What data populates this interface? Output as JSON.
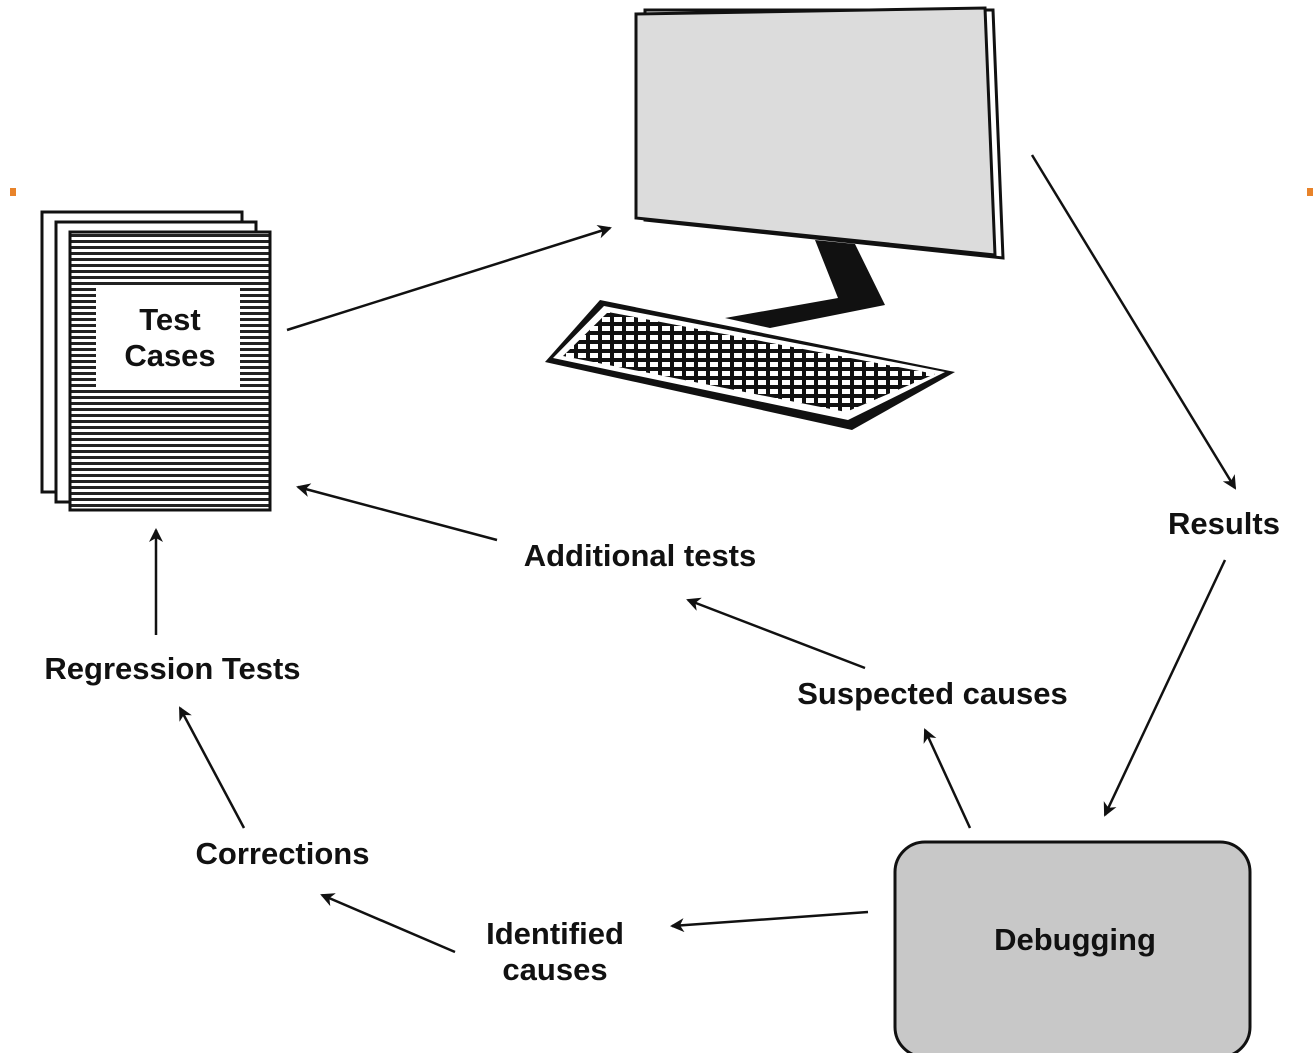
{
  "diagram": {
    "test_cases": {
      "line1": "Test",
      "line2": "Cases"
    },
    "results": "Results",
    "debugging": "Debugging",
    "additional_tests": "Additional tests",
    "suspected_causes": "Suspected causes",
    "regression_tests": "Regression Tests",
    "corrections": "Corrections",
    "identified_causes": {
      "line1": "Identified",
      "line2": "causes"
    },
    "colors": {
      "stroke": "#111111",
      "monitor_fill": "#dcdcdc",
      "debugging_fill": "#c8c8c8",
      "page_fill": "#ffffff",
      "stripe": "#222222",
      "stand": "#111111",
      "accent_marker": "#e8832a"
    },
    "icons": [
      "document-stack-icon",
      "computer-monitor-icon",
      "keyboard-icon"
    ]
  }
}
